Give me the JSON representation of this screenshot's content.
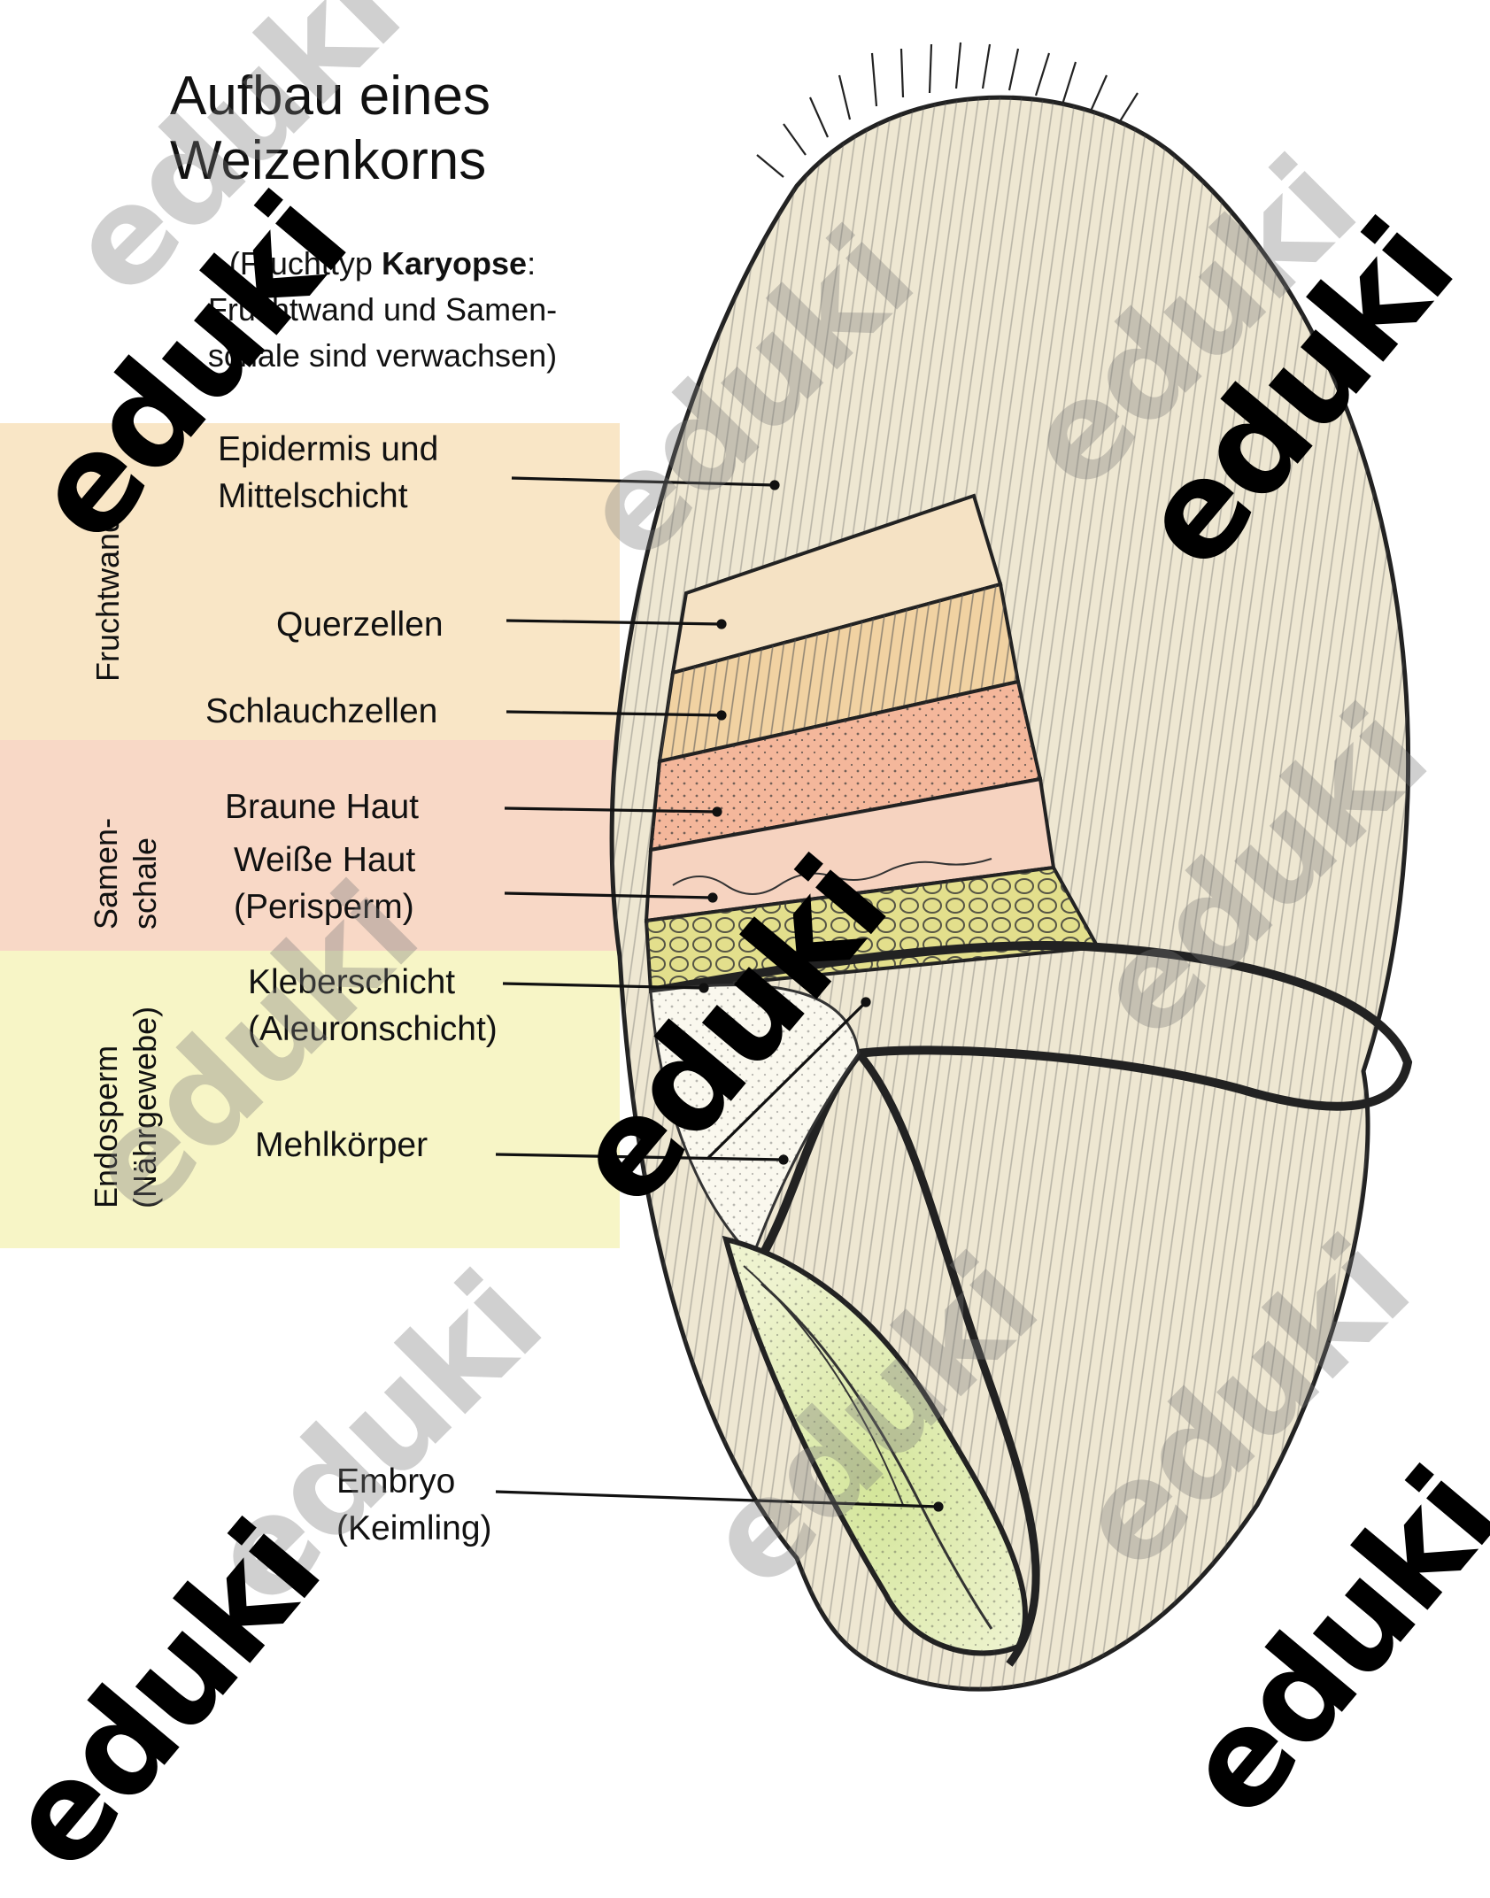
{
  "title": {
    "line1": "Aufbau eines",
    "line2": "Weizenkorns"
  },
  "subtitle": {
    "prefix": "(Fruchttyp",
    "term": "Karyopse",
    "suffix": ":",
    "line2": "Fruchtwand und Samen-",
    "line3": "schale sind verwachsen)"
  },
  "groups": {
    "fruchtwand": "Fruchtwand",
    "samenschale_line1": "Samen-",
    "samenschale_line2": "schale",
    "endosperm_line1": "Endosperm",
    "endosperm_line2": "(Nährgewebe)"
  },
  "labels": {
    "epidermis_line1": "Epidermis und",
    "epidermis_line2": "Mittelschicht",
    "querzellen": "Querzellen",
    "schlauchzellen": "Schlauchzellen",
    "braune_haut": "Braune Haut",
    "weisse_haut_line1": "Weiße Haut",
    "weisse_haut_line2": "(Perisperm)",
    "kleber_line1": "Kleberschicht",
    "kleber_line2": "(Aleuronschicht)",
    "mehlkoerper": "Mehlkörper",
    "embryo_line1": "Embryo",
    "embryo_line2": "(Keimling)"
  },
  "watermark": "eduki",
  "colors": {
    "fruchtwand_band": "#f9e6c6",
    "samenschale_band": "#f8d8c6",
    "endosperm_band": "#f7f5c6",
    "grain_body": "#eee7d2",
    "querzellen_layer": "#f1d2a2",
    "braune_haut_layer": "#f4b79b",
    "kleber_layer": "#e3df8c",
    "embryo": "#d9e8a4",
    "ink": "#1a1a1a"
  }
}
